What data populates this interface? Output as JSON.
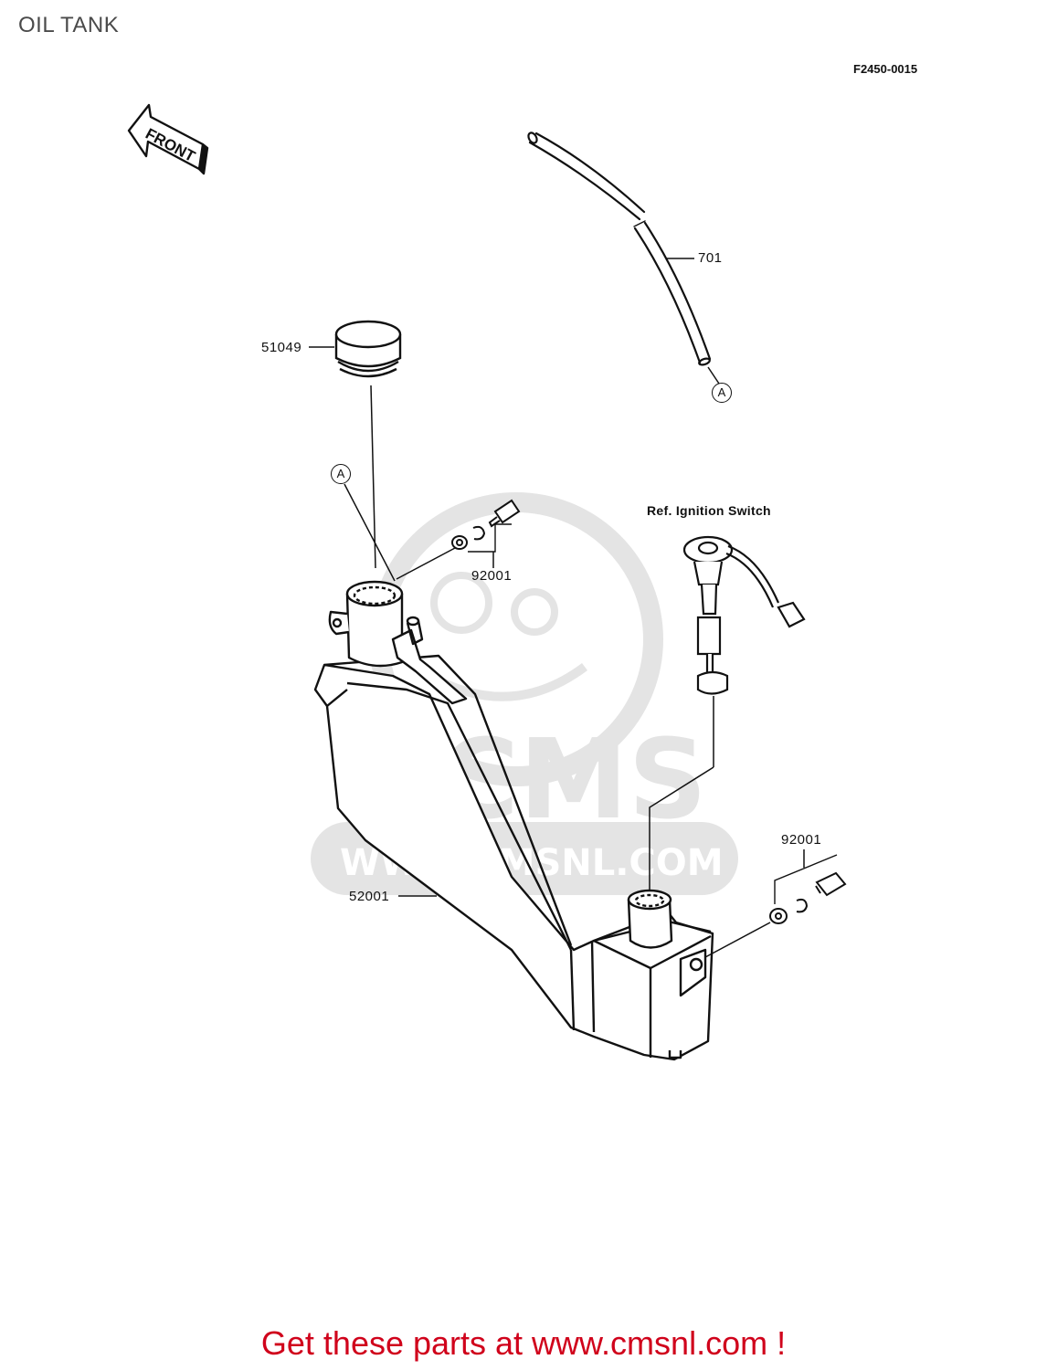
{
  "page": {
    "title": "OIL TANK",
    "diagram_code": "F2450-0015"
  },
  "front_marker": "FRONT",
  "parts": [
    {
      "id": "hose",
      "number": "701"
    },
    {
      "id": "cap",
      "number": "51049"
    },
    {
      "id": "tank",
      "number": "52001"
    },
    {
      "id": "bolt-set-upper",
      "number": "92001"
    },
    {
      "id": "bolt-set-lower",
      "number": "92001"
    }
  ],
  "callouts": [
    "A",
    "A"
  ],
  "reference_note": "Ref. Ignition Switch",
  "watermark": {
    "brand": "CMS",
    "url": "WWW.CMSNL.COM"
  },
  "cta": "Get these parts at www.cmsnl.com !",
  "colors": {
    "cta": "#d0021b",
    "lines": "#111111",
    "watermark": "#e4e4e4"
  }
}
